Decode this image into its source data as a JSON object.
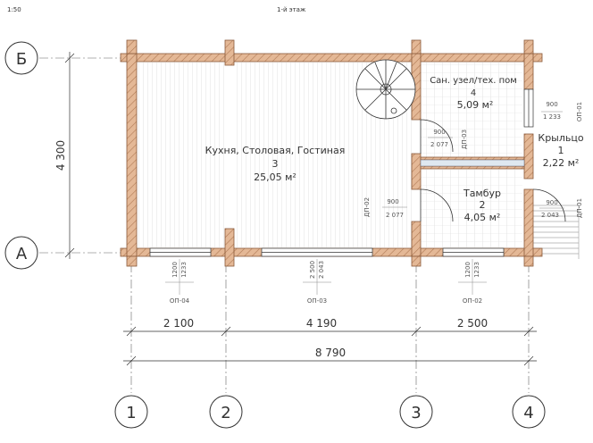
{
  "header": {
    "scale": "1:50",
    "title": "1-й этаж"
  },
  "axes": {
    "a": "А",
    "b": "Б",
    "n1": "1",
    "n2": "2",
    "n3": "3",
    "n4": "4"
  },
  "dims": {
    "height": "4 300",
    "s1": "2 100",
    "s2": "4 190",
    "s3": "2 500",
    "total": "8 790"
  },
  "rooms": {
    "kitchen": {
      "name": "Кухня, Столовая, Гостиная",
      "num": "3",
      "area": "25,05 м²"
    },
    "bath": {
      "name": "Сан. узел/тех. пом",
      "num": "4",
      "area": "5,09 м²"
    },
    "porch": {
      "name": "Крыльцо",
      "num": "1",
      "area": "2,22 м²"
    },
    "tambur": {
      "name": "Тамбур",
      "num": "2",
      "area": "4,05 м²"
    }
  },
  "openings": {
    "op04": {
      "w": "1200",
      "h": "1233",
      "tag": "ОП-04"
    },
    "op03": {
      "w": "2 500",
      "h": "2 043",
      "tag": "ОП-03"
    },
    "op02": {
      "w": "1200",
      "h": "1233",
      "tag": "ОП-02"
    },
    "op01": {
      "w": "900",
      "h": "1 233",
      "tag": "ОП-01"
    },
    "dp03": {
      "w": "900",
      "h": "2 077",
      "tag": "ДП-03"
    },
    "dp02": {
      "w": "900",
      "h": "2 077",
      "tag": "ДП-02"
    },
    "dp01": {
      "w": "900",
      "h": "2 043",
      "tag": "ДП-01"
    }
  },
  "colors": {
    "wall": "#d9a784",
    "wall_edge": "#8a5a3a",
    "floor_line": "#c8c8c8",
    "grid": "#444444"
  }
}
